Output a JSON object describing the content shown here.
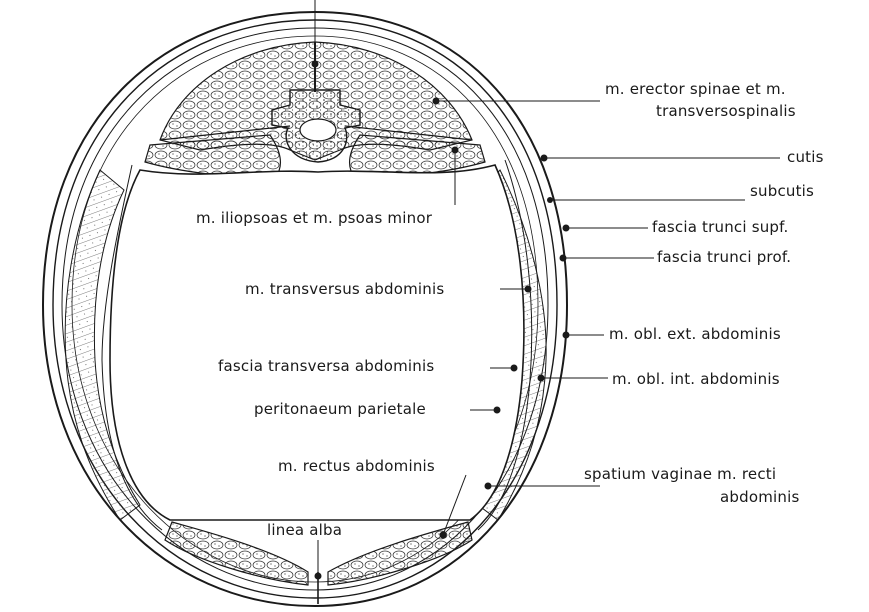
{
  "diagram": {
    "labels": {
      "erector_line1": "m. erector spinae et m.",
      "erector_line2": "transversospinalis",
      "cutis": "cutis",
      "subcutis": "subcutis",
      "fascia_supf": "fascia trunci supf.",
      "fascia_prof": "fascia trunci prof.",
      "iliopsoas": "m. iliopsoas et m. psoas minor",
      "transversus": "m. transversus abdominis",
      "obl_ext": "m. obl. ext. abdominis",
      "fascia_transversa": "fascia transversa abdominis",
      "obl_int": "m. obl. int. abdominis",
      "peritonaeum": "peritonaeum parietale",
      "rectus": "m. rectus abdominis",
      "spatium_line1": "spatium vaginae m. recti",
      "spatium_line2": "abdominis",
      "linea_alba": "linea alba"
    },
    "colors": {
      "ink": "#1a1a1a",
      "background": "#ffffff"
    }
  }
}
